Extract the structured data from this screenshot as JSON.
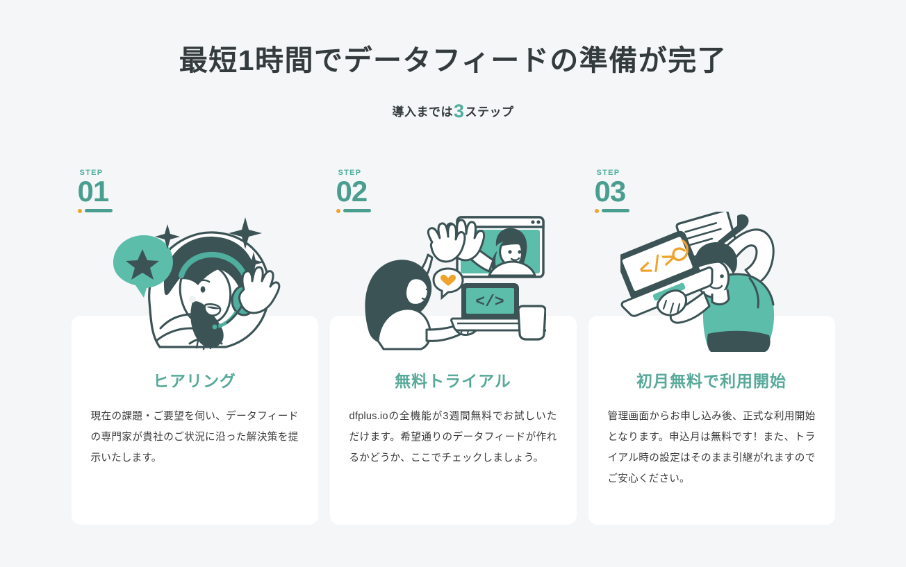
{
  "page": {
    "background_color": "#f5f6f8",
    "accent_teal": "#4a9e90",
    "title_teal": "#57a99a",
    "accent_orange": "#efa32c",
    "text_dark": "#333b3d"
  },
  "heading": {
    "title": "最短1時間でデータフィードの準備が完了",
    "subtitle_before": "導入までは",
    "subtitle_number": "3",
    "subtitle_after": "ステップ"
  },
  "steps": [
    {
      "step_word": "STEP",
      "step_number": "01",
      "illustration": "woman-with-headset-waving-illustration",
      "title": "ヒアリング",
      "body": "現在の課題・ご要望を伺い、データフィードの専門家が貴社のご状況に沿った解決策を提示いたします。"
    },
    {
      "step_word": "STEP",
      "step_number": "02",
      "illustration": "video-call-high-five-laptop-illustration",
      "title": "無料トライアル",
      "body": "dfplus.ioの全機能が3週間無料でお試しいただけます。希望通りのデータフィードが作れるかどうか、ここでチェックしましょう。"
    },
    {
      "step_word": "STEP",
      "step_number": "03",
      "illustration": "man-typing-laptop-with-notepad-illustration",
      "title": "初月無料で利用開始",
      "body": "管理画面からお申し込み後、正式な利用開始となります。申込月は無料です！また、トライアル時の設定はそのまま引継がれますのでご安心ください。"
    }
  ]
}
